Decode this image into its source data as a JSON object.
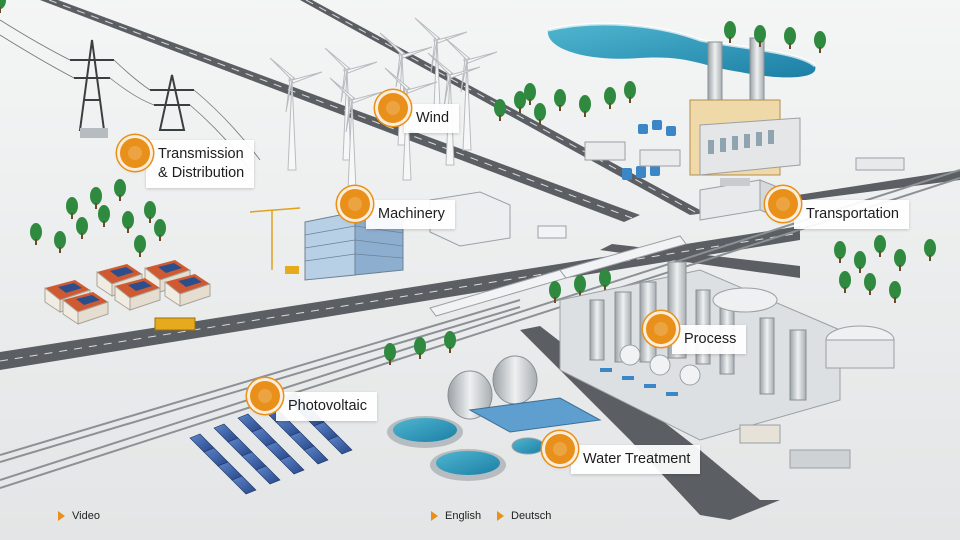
{
  "accent_color": "#e8901a",
  "hotspots": {
    "transmission": {
      "label": "Transmission\n& Distribution",
      "icon": "hotspot-marker-icon"
    },
    "wind": {
      "label": "Wind",
      "icon": "hotspot-marker-icon"
    },
    "machinery": {
      "label": "Machinery",
      "icon": "hotspot-marker-icon"
    },
    "transportation": {
      "label": "Transportation",
      "icon": "hotspot-marker-icon"
    },
    "process": {
      "label": "Process",
      "icon": "hotspot-marker-icon"
    },
    "photovoltaic": {
      "label": "Photovoltaic",
      "icon": "hotspot-marker-icon"
    },
    "water_treatment": {
      "label": "Water Treatment",
      "icon": "hotspot-marker-icon"
    }
  },
  "footer": {
    "video_label": "Video",
    "english_label": "English",
    "deutsch_label": "Deutsch",
    "icon": "play-triangle-icon"
  }
}
